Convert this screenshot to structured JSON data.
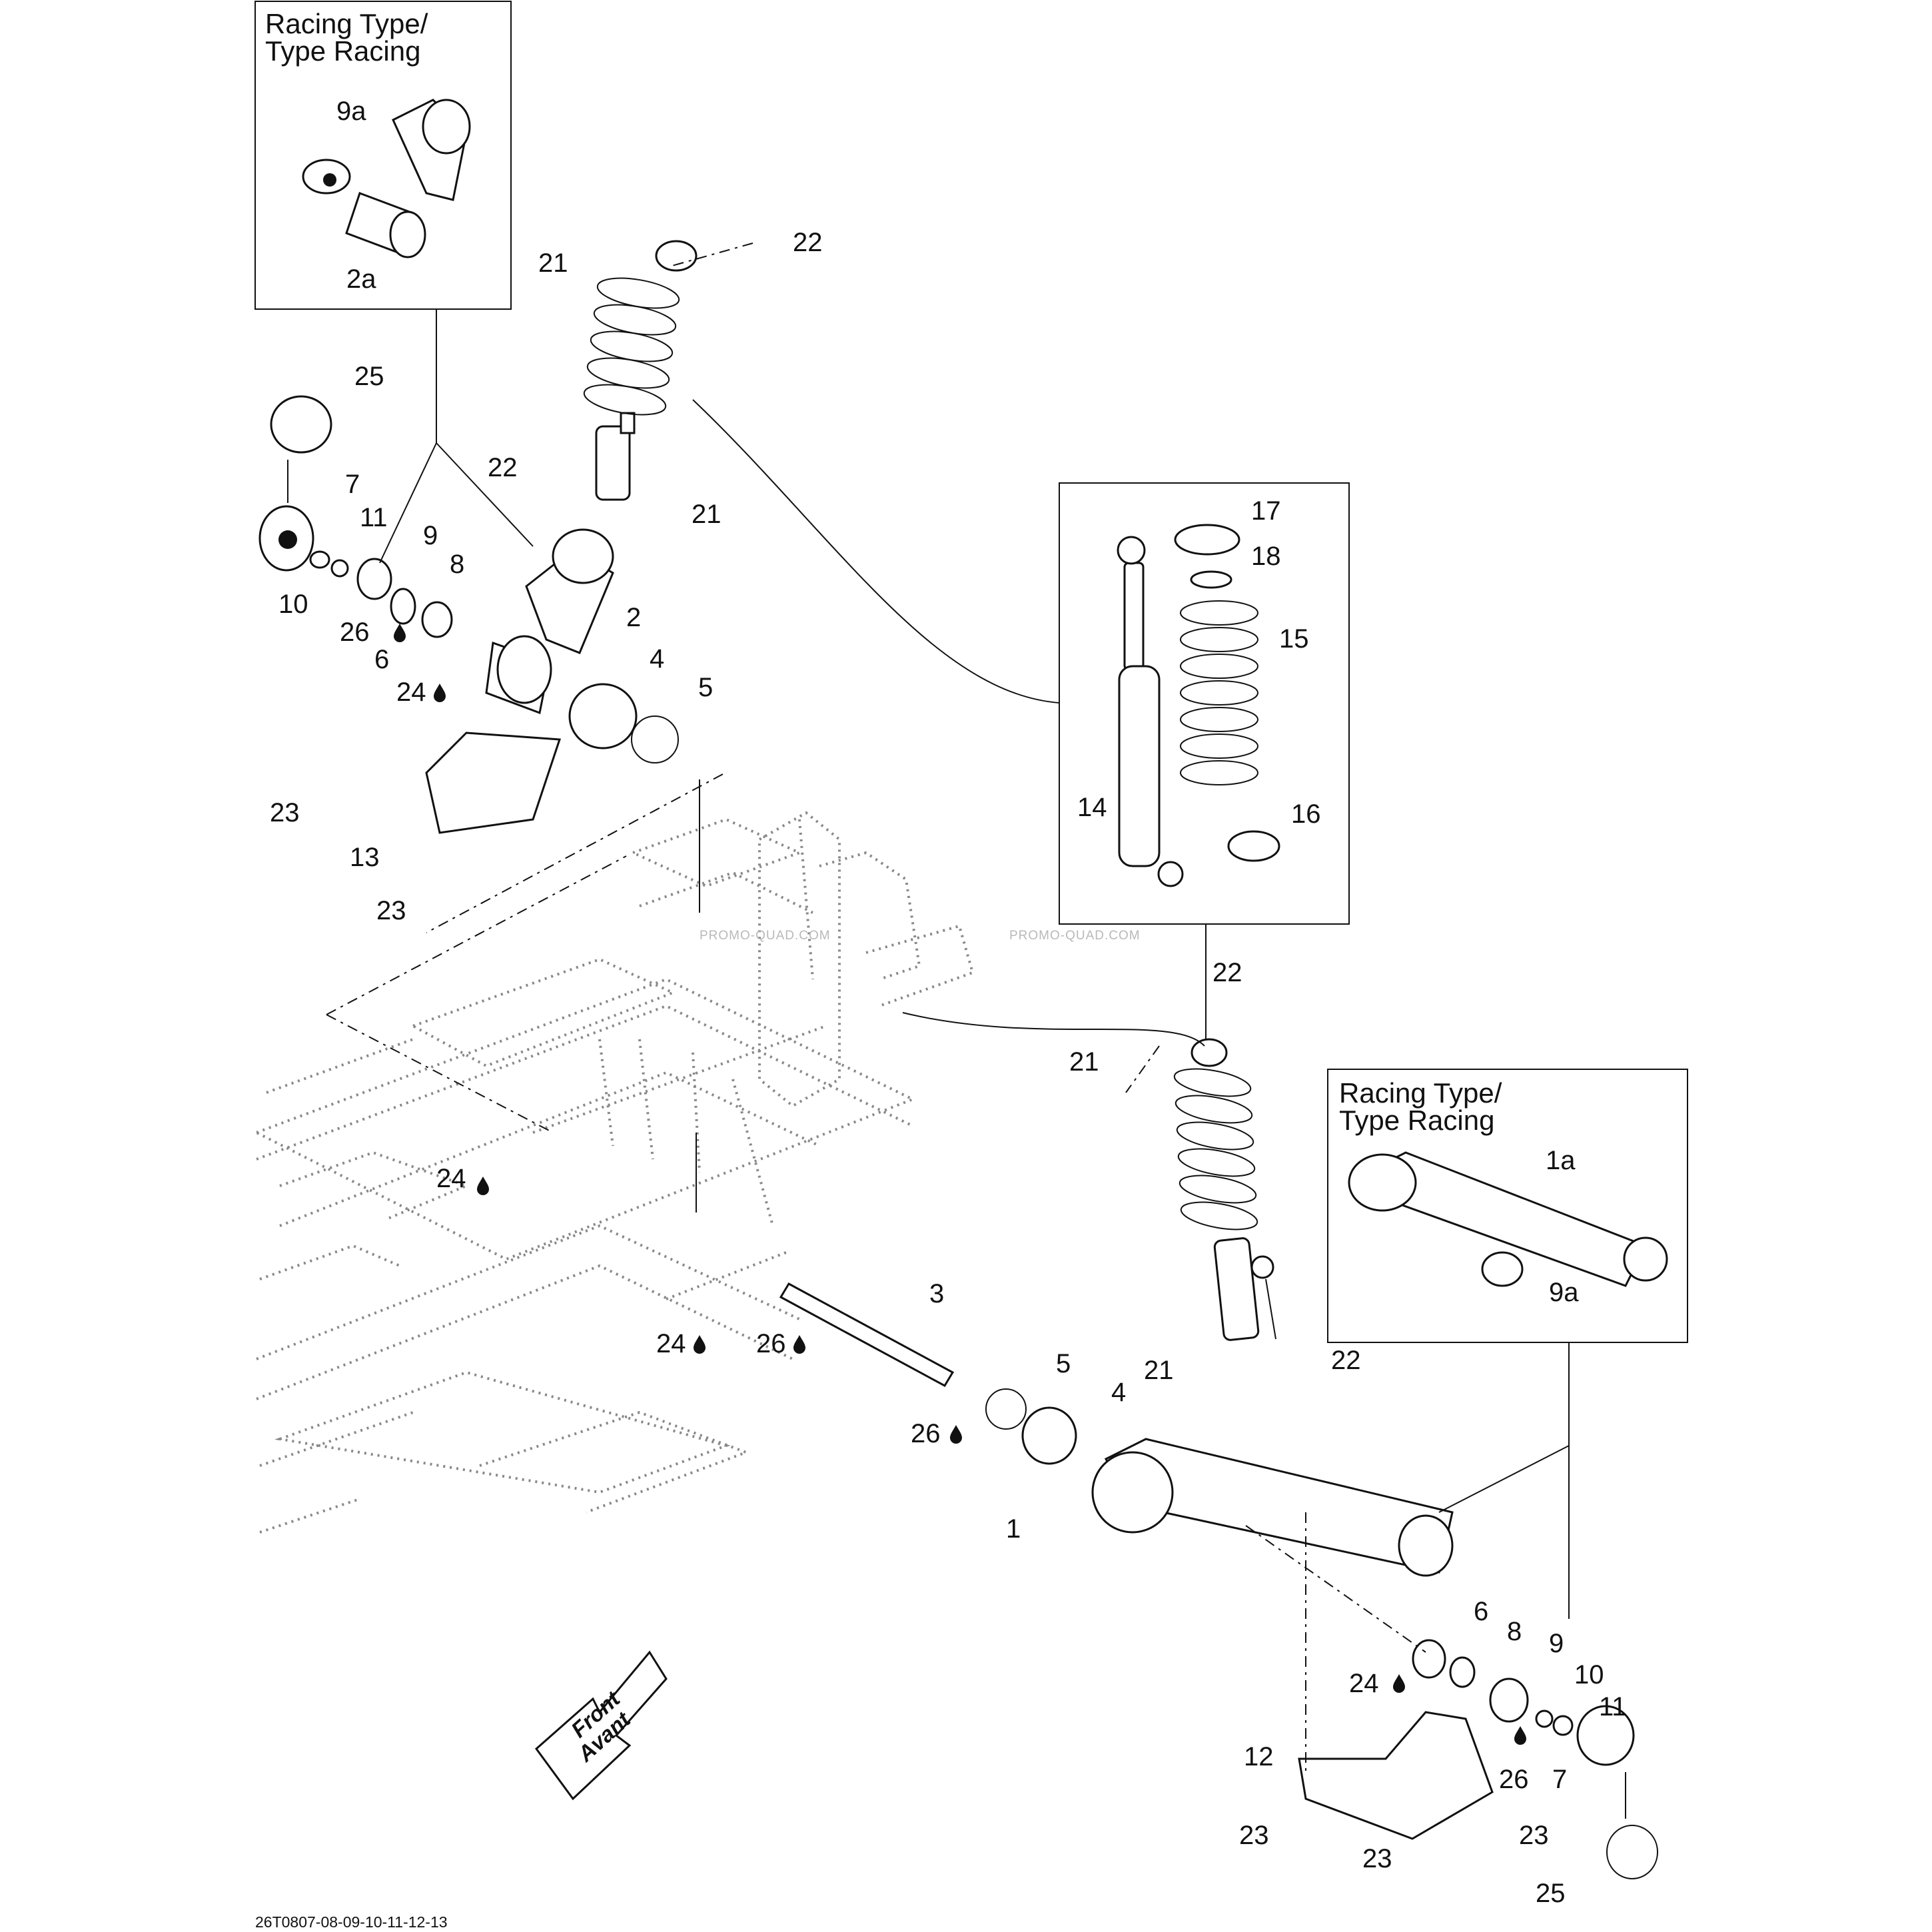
{
  "diagram": {
    "boxes": {
      "top_left_title_1": "Racing Type/",
      "top_left_title_2": "Type Racing",
      "right_title_1": "Racing Type/",
      "right_title_2": "Type Racing"
    },
    "labels": {
      "l9a_top": "9a",
      "l2a": "2a",
      "l21_a": "21",
      "l22_a": "22",
      "l25_a": "25",
      "l22_b": "22",
      "l21_b": "21",
      "l7_a": "7",
      "l11_a": "11",
      "l9_a": "9",
      "l8_a": "8",
      "l10_a": "10",
      "l26_a": "26",
      "l2": "2",
      "l6_a": "6",
      "l4_a": "4",
      "l24_a": "24",
      "l5_a": "5",
      "l23_a": "23",
      "l13": "13",
      "l23_b": "23",
      "l17": "17",
      "l18": "18",
      "l15": "15",
      "l14": "14",
      "l16": "16",
      "l22_c": "22",
      "l21_c": "21",
      "l1a": "1a",
      "l9a_right": "9a",
      "l24_b": "24",
      "l24_c": "24",
      "l26_b": "26",
      "l3": "3",
      "l5_b": "5",
      "l4_b": "4",
      "l26_c": "26",
      "l21_d": "21",
      "l22_d": "22",
      "l1": "1",
      "l6_b": "6",
      "l8_b": "8",
      "l9_b": "9",
      "l24_d": "24",
      "l10_b": "10",
      "l11_b": "11",
      "l12": "12",
      "l26_d": "26",
      "l7_b": "7",
      "l23_c": "23",
      "l23_d": "23",
      "l23_e": "23",
      "l25_b": "25"
    },
    "front_sign": {
      "line1": "Front",
      "line2": "Avant"
    },
    "watermark": "PROMO-QUAD.COM",
    "footer_code": "26T0807-08-09-10-11-12-13"
  }
}
